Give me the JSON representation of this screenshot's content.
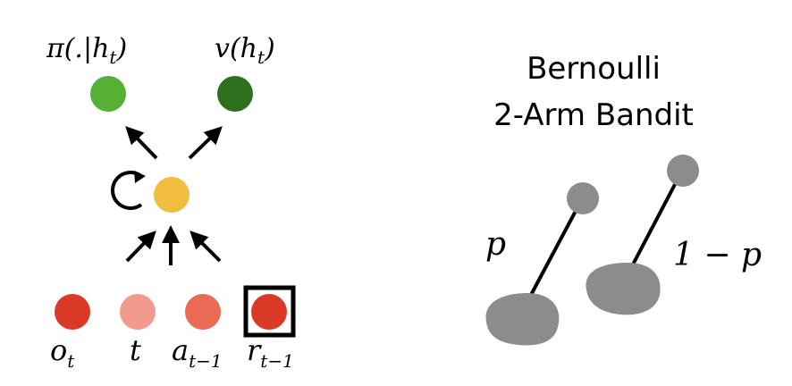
{
  "network": {
    "outputs": {
      "policy_label": "π(.|h",
      "policy_sub": "t",
      "policy_close": ")",
      "value_label": "v(h",
      "value_sub": "t",
      "value_close": ")",
      "policy_color": "#55b033",
      "value_color": "#2f7020"
    },
    "hidden_color": "#f0bd3f",
    "inputs": [
      {
        "base": "o",
        "sub": "t",
        "color": "#db3a26"
      },
      {
        "base": "t",
        "sub": "",
        "color": "#f29a8e"
      },
      {
        "base": "a",
        "sub": "t−1",
        "color": "#eb6a55"
      },
      {
        "base": "r",
        "sub": "t−1",
        "color": "#db3a26"
      }
    ]
  },
  "bandit": {
    "title_line1": "Bernoulli",
    "title_line2": "2-Arm Bandit",
    "arm1_label": "p",
    "arm2_label": "1 − p",
    "arm_color": "#8c8c8c"
  }
}
